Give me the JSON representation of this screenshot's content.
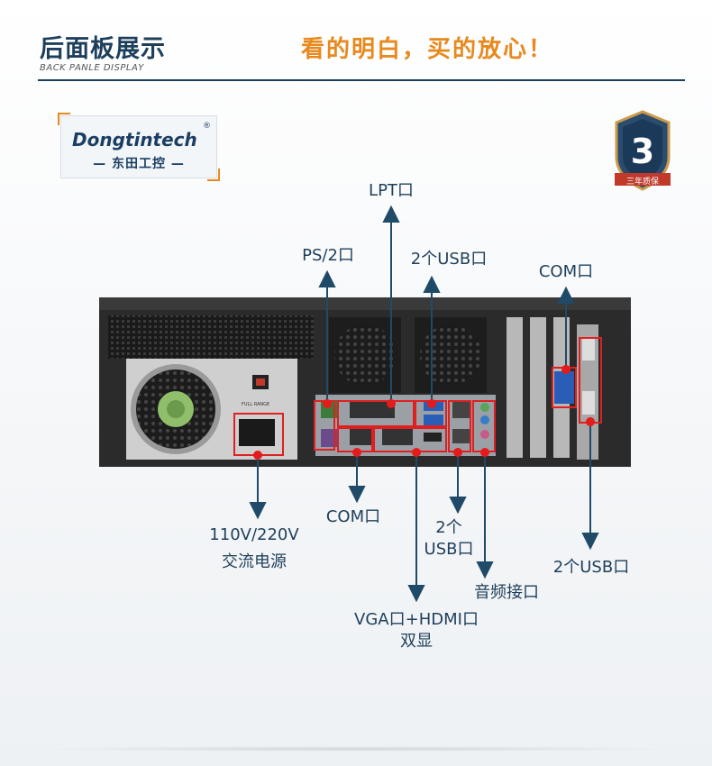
{
  "header": {
    "title": "后面板展示",
    "subtitle": "BACK PANLE DISPLAY",
    "slogan": "看的明白，买的放心！"
  },
  "logo": {
    "brand": "Dongtintech",
    "registered": "®",
    "chinese": "— 东田工控 —"
  },
  "warranty_badge": {
    "number": "3",
    "label": "三年质保",
    "icon": "shield-badge-icon"
  },
  "psu": {
    "small_text": "FULL RANGE"
  },
  "callouts": {
    "lpt": "LPT口",
    "ps2": "PS/2口",
    "usb_top": "2个USB口",
    "com_right": "COM口",
    "power_line1": "110V/220V",
    "power_line2": "交流电源",
    "com_bottom": "COM口",
    "usb_bottom_line1": "2个",
    "usb_bottom_line2": "USB口",
    "vga_line1": "VGA口+HDMI口",
    "vga_line2": "双显",
    "audio": "音频接口",
    "usb_right": "2个USB口"
  },
  "colors": {
    "title": "#1d3f5c",
    "slogan": "#e8891e",
    "arrow": "#1f4a68",
    "highlight": "#e02020"
  }
}
